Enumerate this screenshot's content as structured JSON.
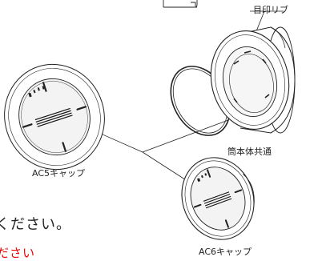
{
  "labels": {
    "rib": "目印リブ",
    "tube_common": "筒本体共通",
    "ac5_cap": "AC5キャップ",
    "ac6_cap": "AC6キャップ"
  },
  "notes": {
    "instruction": "ください。",
    "red_fragment": "ださい"
  },
  "colors": {
    "line": "#222222",
    "note_red": "#e00000"
  }
}
